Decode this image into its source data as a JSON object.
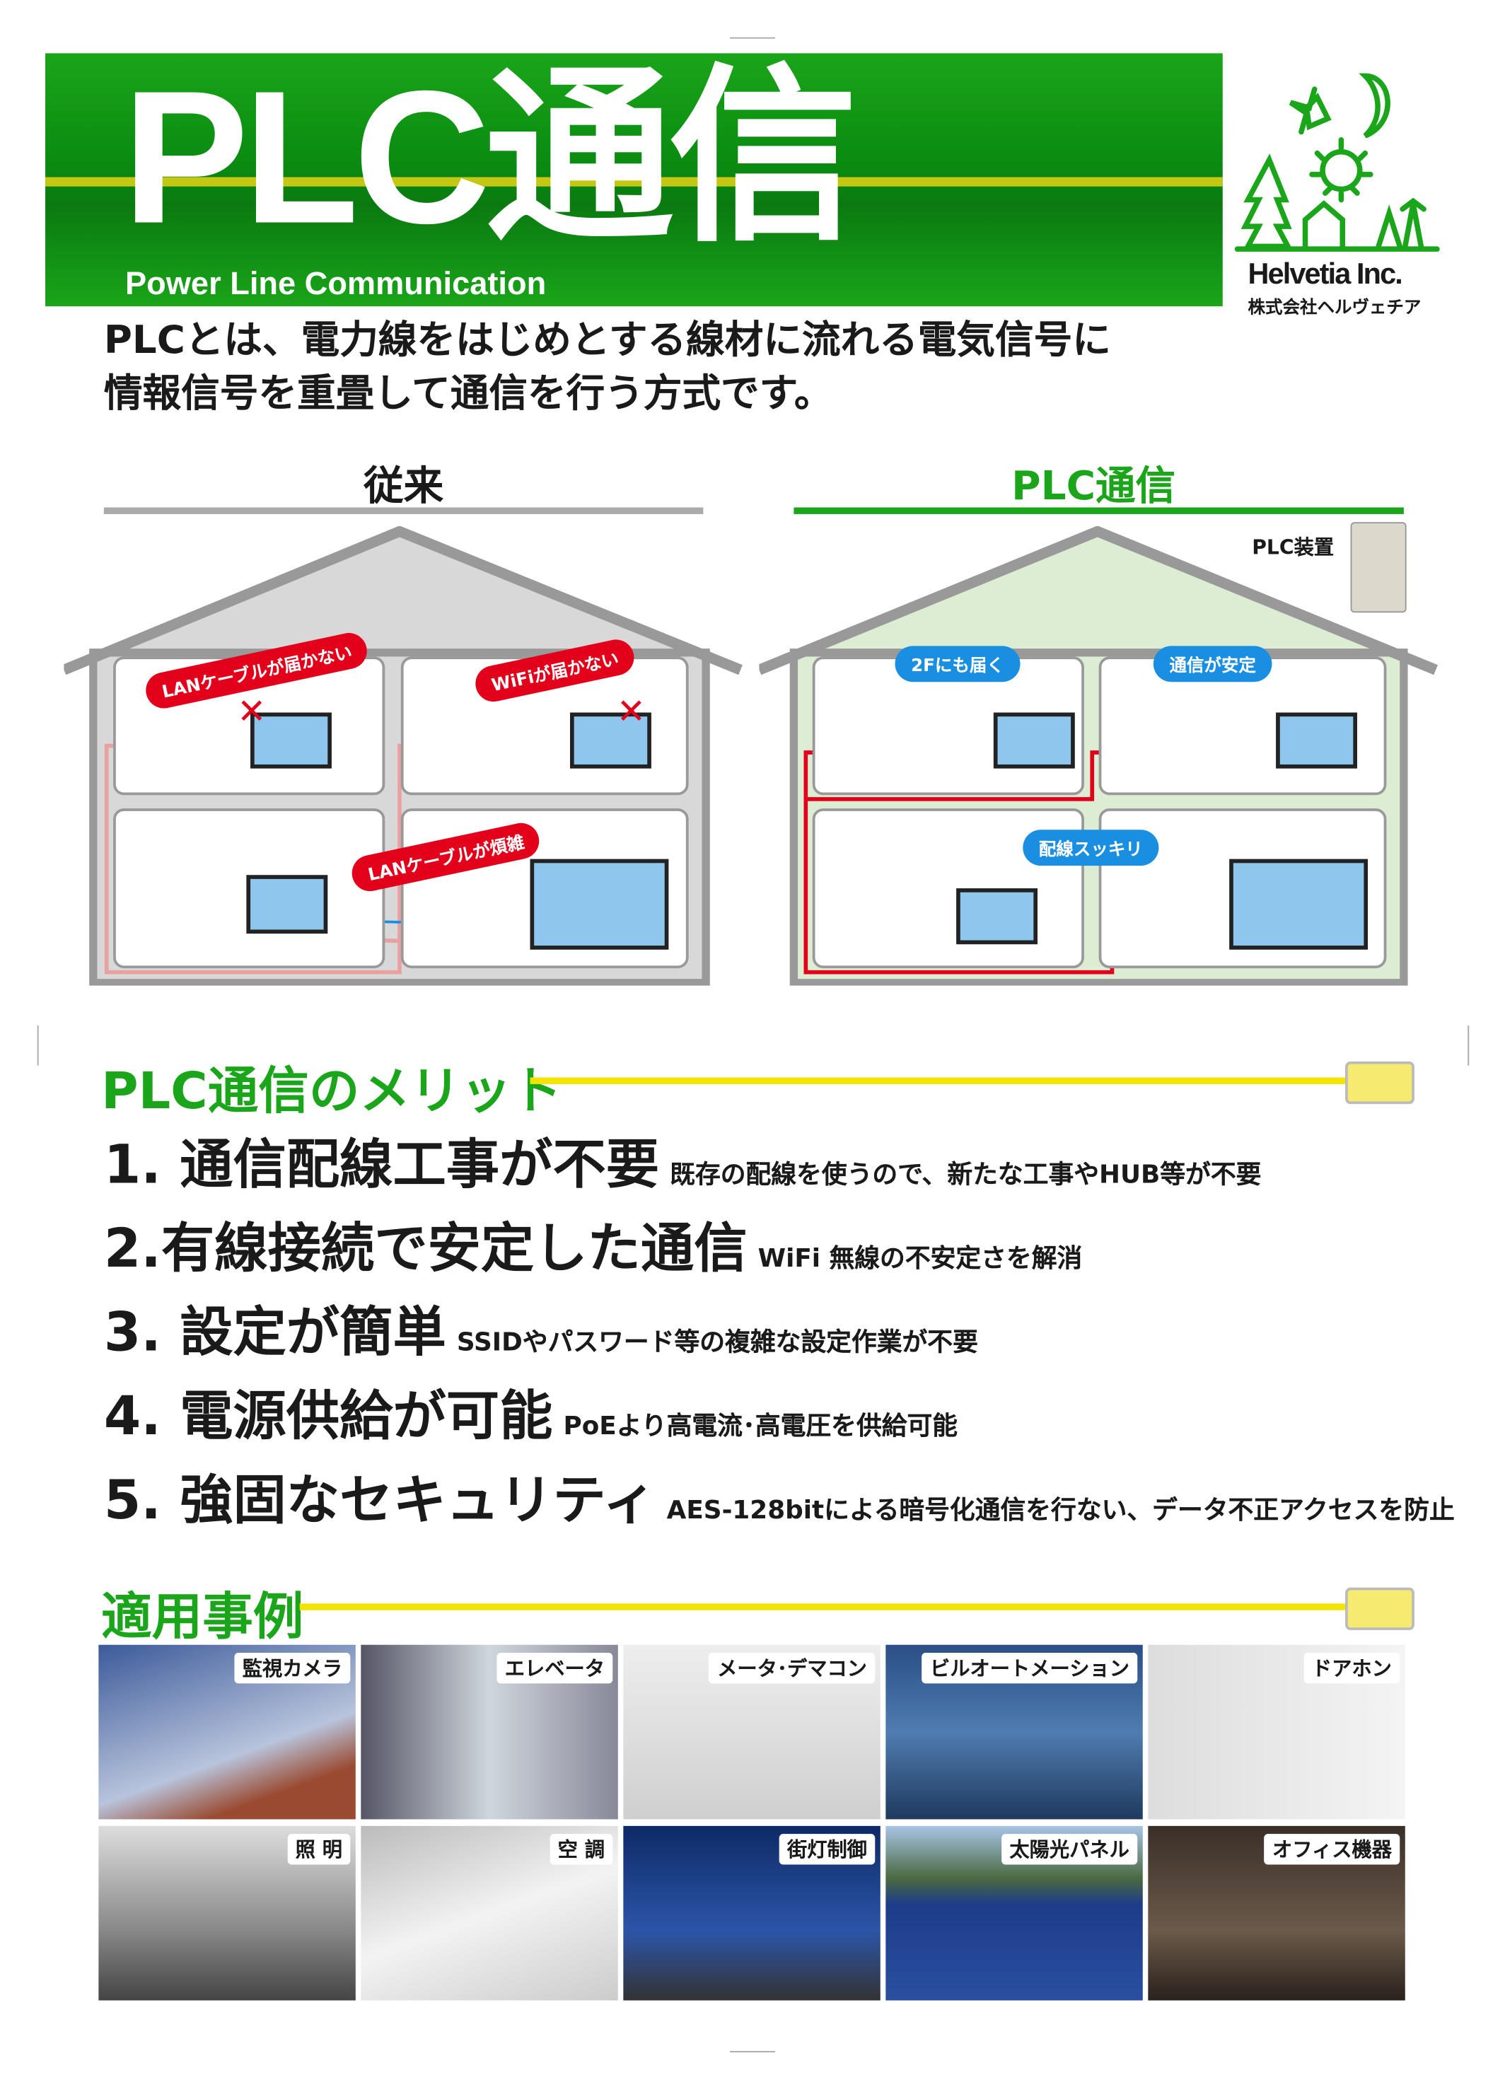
{
  "header": {
    "title": "PLC通信",
    "subtitle": "Power Line Communication"
  },
  "logo": {
    "name": "Helvetia Inc.",
    "jp_name": "株式会社ヘルヴェチア"
  },
  "intro": [
    "PLCとは、電力線をはじめとする線材に流れる電気信号に",
    "情報信号を重畳して通信を行う方式です。"
  ],
  "compare": {
    "left": {
      "heading": "従来",
      "badges": [
        "LANケーブルが届かない",
        "WiFiが届かない",
        "LANケーブルが煩雑"
      ]
    },
    "right": {
      "heading": "PLC通信",
      "device_label": "PLC装置",
      "badges": [
        "2Fにも届く",
        "通信が安定",
        "配線スッキリ"
      ]
    }
  },
  "merits": {
    "heading": "PLC通信のメリット",
    "items": [
      {
        "title": "1. 通信配線工事が不要",
        "desc": "既存の配線を使うので、新たな工事やHUB等が不要"
      },
      {
        "title": "2.有線接続で安定した通信",
        "desc": "WiFi 無線の不安定さを解消"
      },
      {
        "title": "3. 設定が簡単",
        "desc": "SSIDやパスワード等の複雑な設定作業が不要"
      },
      {
        "title": "4. 電源供給が可能",
        "desc": "PoEより高電流･高電圧を供給可能"
      },
      {
        "title": "5. 強固なセキュリティ",
        "desc": "AES-128bitによる暗号化通信を行ない、データ不正アクセスを防止"
      }
    ]
  },
  "cases": {
    "heading": "適用事例",
    "items": [
      "監視カメラ",
      "エレベータ",
      "メータ･デマコン",
      "ビルオートメーション",
      "ドアホン",
      "照 明",
      "空 調",
      "街灯制御",
      "太陽光パネル",
      "オフィス機器"
    ]
  },
  "colors": {
    "green": "#1aa51a",
    "yellow": "#f3e300",
    "red": "#e3001b",
    "blue": "#1a8ee0"
  }
}
